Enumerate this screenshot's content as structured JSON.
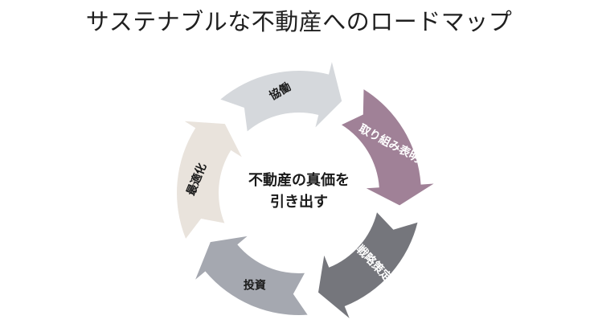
{
  "title": "サステナブルな不動産へのロードマップ",
  "center": {
    "line1": "不動産の真価を",
    "line2": "引き出す"
  },
  "steps": [
    {
      "label": "取り組み表明",
      "color": "#a08197",
      "text_color": "#ffffff"
    },
    {
      "label": "戦略策定",
      "color": "#75767c",
      "text_color": "#ffffff"
    },
    {
      "label": "投資",
      "color": "#a5a8b0",
      "text_color": "#1a1a1a"
    },
    {
      "label": "最適化",
      "color": "#e9e3dc",
      "text_color": "#1a1a1a"
    },
    {
      "label": "協働",
      "color": "#d5d8dc",
      "text_color": "#1a1a1a"
    }
  ]
}
